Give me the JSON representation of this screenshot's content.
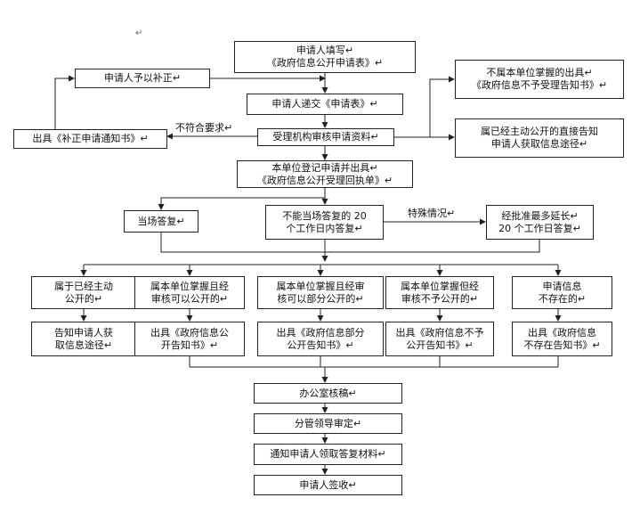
{
  "nodes": {
    "fill_form": "申请人填写↵\n《政府信息公开申请表》↵",
    "applicant_correct": "申请人予以补正↵",
    "submit_form": "申请人递交《申请表》↵",
    "not_held_notice": "不属本单位掌握的出具↵\n《政府信息不予受理告知书》↵",
    "issue_correction_notice": "出具《补正申请通知书》↵",
    "review": "受理机构审核申请资料↵",
    "already_public_info": "属已经主动公开的直接告知\n申请人获取信息途径↵",
    "register_receipt": "本单位登记申请并出具↵\n《政府信息公开受理回执单》↵",
    "reply_on_spot": "当场答复↵",
    "reply_20_days": "不能当场答复的 20\n个工作日内答复↵",
    "extension": "经批准最多延长↵\n20 个工作日答复↵",
    "case_published": "属于已经主动\n公开的↵",
    "case_can_disclose": "属本单位掌握且经\n审核可以公开的↵",
    "case_partial": "属本单位掌握且经审\n核可以部分公开的↵",
    "case_not_disclose": "属本单位掌握但经\n审核不予公开的↵",
    "case_not_exist": "申请信息\n不存在的↵",
    "result_inform_route": "告知申请人获\n取信息途径↵",
    "result_disclosure_notice": "出具《政府信息公\n开告知书》↵",
    "result_partial_notice": "出具《政府信息部分\n公开告知书》↵",
    "result_nondisclosure_notice": "出具《政府信息不予\n公开告知书》↵",
    "result_not_exist_notice": "出具《政府信息\n不存在告知书》↵",
    "office_check": "办公室核稿↵",
    "leader_approve": "分管领导审定↵",
    "notify_collect": "通知申请人领取答复材料↵",
    "applicant_sign": "申请人签收↵"
  },
  "edge_labels": {
    "not_compliant": "不符合要求↵",
    "special_case": "特殊情况↵"
  },
  "stray_mark": "↵"
}
